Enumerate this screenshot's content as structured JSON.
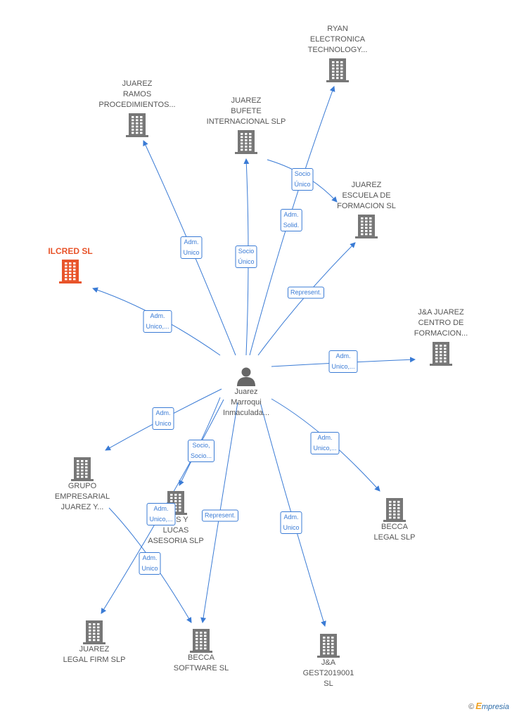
{
  "center": {
    "name": "Juarez\nMarroqui\nInmaculada...",
    "icon": "person-icon",
    "color": "#666666"
  },
  "colors": {
    "edge": "#3a7bd5",
    "company": "#777777",
    "highlight": "#e8542a"
  },
  "companies": [
    {
      "id": "ryan",
      "label": "RYAN\nELECTRONICA\nTECHNOLOGY...",
      "icon": "building-icon",
      "highlight": false
    },
    {
      "id": "ramos",
      "label": "JUAREZ\nRAMOS\nPROCEDIMIENTOS...",
      "icon": "building-icon",
      "highlight": false
    },
    {
      "id": "bufete",
      "label": "JUAREZ\nBUFETE\nINTERNACIONAL SLP",
      "icon": "building-icon",
      "highlight": false
    },
    {
      "id": "escuela",
      "label": "JUAREZ\nESCUELA DE\nFORMACION SL",
      "icon": "building-icon",
      "highlight": false
    },
    {
      "id": "ilcred",
      "label": "ILCRED SL",
      "icon": "building-icon",
      "highlight": true
    },
    {
      "id": "jacentro",
      "label": "J&A JUAREZ\nCENTRO DE\nFORMACION...",
      "icon": "building-icon",
      "highlight": false
    },
    {
      "id": "grupo",
      "label": "GRUPO\nEMPRESARIAL\nJUAREZ Y...",
      "icon": "building-icon",
      "highlight": false
    },
    {
      "id": "lucas",
      "label": "...OS Y\nLUCAS\nASESORIA SLP",
      "icon": "building-icon",
      "highlight": false
    },
    {
      "id": "beccalegal",
      "label": "BECCA\nLEGAL SLP",
      "icon": "building-icon",
      "highlight": false
    },
    {
      "id": "legalfirm",
      "label": "JUAREZ\nLEGAL FIRM SLP",
      "icon": "building-icon",
      "highlight": false
    },
    {
      "id": "beccasoft",
      "label": "BECCA\nSOFTWARE SL",
      "icon": "building-icon",
      "highlight": false
    },
    {
      "id": "gest",
      "label": "J&A\nGEST2019001\nSL",
      "icon": "building-icon",
      "highlight": false
    }
  ],
  "relations": [
    {
      "to": "ryan",
      "label": "Adm.\nSolid."
    },
    {
      "to": "ramos",
      "label": "Adm.\nUnico"
    },
    {
      "to": "bufete",
      "label": "Socio\nÚnico"
    },
    {
      "to": "escuela",
      "label": "Represent."
    },
    {
      "to": "ilcred",
      "label": "Adm.\nUnico,..."
    },
    {
      "to": "jacentro",
      "label": "Adm.\nUnico,..."
    },
    {
      "to": "grupo",
      "label": "Adm.\nUnico"
    },
    {
      "to": "lucas",
      "label": "Socio,\nSocio..."
    },
    {
      "to": "beccalegal",
      "label": "Adm.\nUnico,..."
    },
    {
      "to": "legalfirm",
      "label": "Adm.\nUnico,..."
    },
    {
      "to": "beccasoft",
      "label": "Represent."
    },
    {
      "to": "gest",
      "label": "Adm.\nUnico"
    }
  ],
  "secondary_relations": [
    {
      "from": "bufete",
      "to": "escuela",
      "label": "Socio\nÚnico"
    },
    {
      "from": "grupo",
      "to": "beccasoft",
      "label": "Adm.\nUnico"
    }
  ],
  "credit": {
    "symbol": "©",
    "e": "E",
    "rest": "mpresia"
  }
}
